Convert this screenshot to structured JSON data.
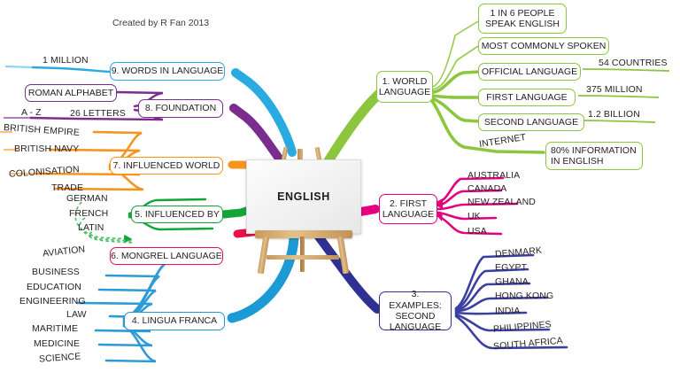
{
  "credit": "Created by R Fan 2013",
  "center": {
    "label": "ENGLISH",
    "icon": "easel-whiteboard"
  },
  "colors": {
    "green": "#8CC63F",
    "magenta": "#E4007F",
    "navy": "#2E3192",
    "blue": "#1C9AD6",
    "crimson": "#E8114B",
    "emerald": "#13A538",
    "orange": "#F7941E",
    "purple": "#7B2D8E",
    "skyblue": "#29ABE2",
    "text": "#231f20"
  },
  "branches": [
    {
      "id": "world-language",
      "label": "1. WORLD\nLANGUAGE",
      "color": "#8CC63F",
      "children": [
        {
          "label": "1 IN 6 PEOPLE\nSPEAK ENGLISH",
          "boxed": true
        },
        {
          "label": "MOST COMMONLY SPOKEN",
          "boxed": true
        },
        {
          "label": "OFFICIAL LANGUAGE",
          "boxed": true,
          "leaf": "54 COUNTRIES"
        },
        {
          "label": "FIRST LANGUAGE",
          "boxed": true,
          "leaf": "375 MILLION"
        },
        {
          "label": "SECOND LANGUAGE",
          "boxed": true,
          "leaf": "1.2 BILLION"
        },
        {
          "label": "INTERNET",
          "boxed": false,
          "leafBox": "80% INFORMATION\nIN ENGLISH"
        }
      ]
    },
    {
      "id": "first-language",
      "label": "2. FIRST\nLANGUAGE",
      "color": "#E4007F",
      "children": [
        {
          "label": "AUSTRALIA"
        },
        {
          "label": "CANADA"
        },
        {
          "label": "NEW ZEALAND"
        },
        {
          "label": "UK"
        },
        {
          "label": "USA"
        }
      ]
    },
    {
      "id": "examples-second-language",
      "label": "3. EXAMPLES:\nSECOND\nLANGUAGE",
      "color": "#2E3192",
      "children": [
        {
          "label": "DENMARK"
        },
        {
          "label": "EGYPT"
        },
        {
          "label": "GHANA"
        },
        {
          "label": "HONG KONG"
        },
        {
          "label": "INDIA"
        },
        {
          "label": "PHILIPPINES"
        },
        {
          "label": "SOUTH AFRICA"
        }
      ]
    },
    {
      "id": "lingua-franca",
      "label": "4. LINGUA FRANCA",
      "color": "#1C9AD6",
      "children": [
        {
          "label": "BUSINESS"
        },
        {
          "label": "EDUCATION"
        },
        {
          "label": "ENGINEERING"
        },
        {
          "label": "LAW"
        },
        {
          "label": "MARITIME"
        },
        {
          "label": "MEDICINE"
        },
        {
          "label": "SCIENCE"
        }
      ]
    },
    {
      "id": "influenced-by",
      "label": "5. INFLUENCED BY",
      "color": "#13A538",
      "children": [
        {
          "label": "GERMAN"
        },
        {
          "label": "FRENCH"
        },
        {
          "label": "LATIN"
        }
      ]
    },
    {
      "id": "mongrel-language",
      "label": "6. MONGREL LANGUAGE",
      "color": "#E8114B",
      "children": [
        {
          "label": "AVIATION"
        }
      ]
    },
    {
      "id": "influenced-world",
      "label": "7. INFLUENCED WORLD",
      "color": "#F7941E",
      "children": [
        {
          "label": "BRITISH EMPIRE"
        },
        {
          "label": "BRITISH NAVY"
        },
        {
          "label": "COLONISATION"
        },
        {
          "label": "TRADE"
        }
      ]
    },
    {
      "id": "foundation",
      "label": "8. FOUNDATION",
      "color": "#7B2D8E",
      "children": [
        {
          "label": "ROMAN ALPHABET",
          "boxed": true
        },
        {
          "label": "26 LETTERS",
          "leaf": "A - Z"
        }
      ]
    },
    {
      "id": "words-in-language",
      "label": "9. WORDS IN LANGUAGE",
      "color": "#29ABE2",
      "children": [
        {
          "label": "1 MILLION"
        }
      ]
    }
  ]
}
